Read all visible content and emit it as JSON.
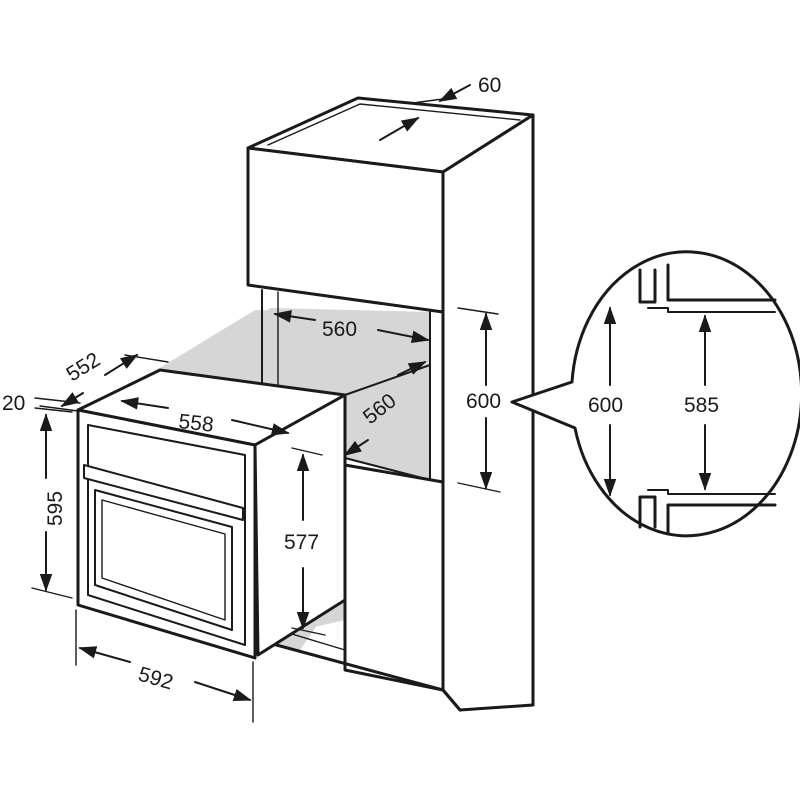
{
  "dimensions": {
    "vent_gap": "60",
    "niche_width": "560",
    "niche_depth": "560",
    "niche_height": "600",
    "oven_depth": "552",
    "front_thickness": "20",
    "body_width": "558",
    "oven_height": "595",
    "body_height": "577",
    "oven_width": "592",
    "detail_outer_height": "600",
    "detail_inner_height": "585"
  },
  "colors": {
    "line": "#1a1a1a",
    "shadow": "#d6d6d6",
    "background": "#ffffff"
  }
}
